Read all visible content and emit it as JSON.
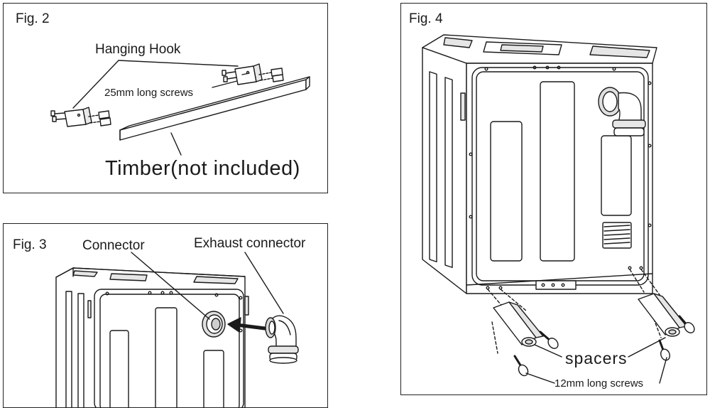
{
  "fig2": {
    "label": "Fig. 2",
    "hook_label": "Hanging Hook",
    "screws_label": "25mm long screws",
    "timber_label": "Timber(not included)"
  },
  "fig3": {
    "label": "Fig. 3",
    "connector_label": "Connector",
    "exhaust_label": "Exhaust connector"
  },
  "fig4": {
    "label": "Fig. 4",
    "spacers_label": "spacers",
    "screws_label": "12mm long screws"
  },
  "colors": {
    "line": "#1a1a1a",
    "shade": "#d9d9d9",
    "bg": "#ffffff"
  }
}
